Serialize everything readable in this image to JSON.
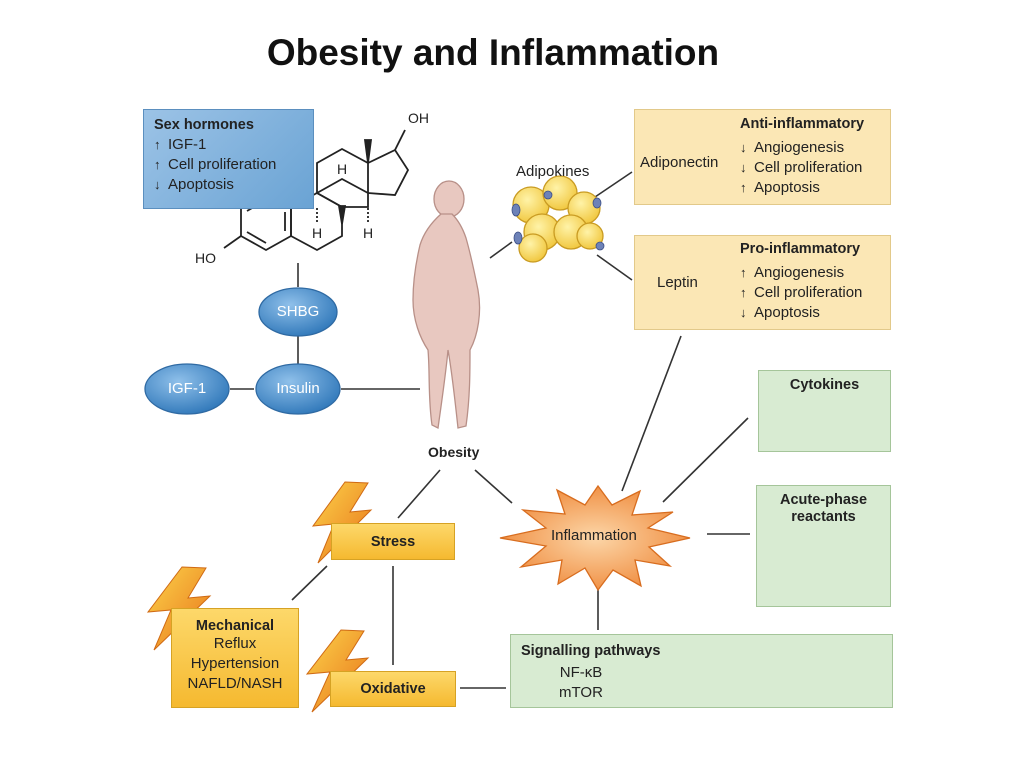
{
  "title": "Obesity and Inflammation",
  "sex_hormones": {
    "header": "Sex hormones",
    "items": [
      {
        "arrow": "↑",
        "text": "IGF-1"
      },
      {
        "arrow": "↑",
        "text": "Cell proliferation"
      },
      {
        "arrow": "↓",
        "text": "Apoptosis"
      }
    ]
  },
  "steroid": {
    "oh_top": "OH",
    "ho_left": "HO",
    "h1": "H",
    "h2": "H",
    "h3": "H"
  },
  "ovals": {
    "shbg": "SHBG",
    "igf1": "IGF-1",
    "insulin": "Insulin"
  },
  "adipokines_label": "Adipokines",
  "obesity_label": "Obesity",
  "anti_inflammatory": {
    "header": "Anti-inflammatory",
    "molecule": "Adiponectin",
    "items": [
      {
        "arrow": "↓",
        "text": "Angiogenesis"
      },
      {
        "arrow": "↓",
        "text": "Cell proliferation"
      },
      {
        "arrow": "↑",
        "text": "Apoptosis"
      }
    ]
  },
  "pro_inflammatory": {
    "header": "Pro-inflammatory",
    "molecule": "Leptin",
    "items": [
      {
        "arrow": "↑",
        "text": "Angiogenesis"
      },
      {
        "arrow": "↑",
        "text": "Cell proliferation"
      },
      {
        "arrow": "↓",
        "text": "Apoptosis"
      }
    ]
  },
  "cytokines": {
    "header": "Cytokines"
  },
  "acute_phase": {
    "header_line1": "Acute-phase",
    "header_line2": "reactants"
  },
  "inflammation_label": "Inflammation",
  "stress_label": "Stress",
  "oxidative_label": "Oxidative",
  "mechanical": {
    "header": "Mechanical",
    "items": [
      "Reflux",
      "Hypertension",
      "NAFLD/NASH"
    ]
  },
  "signalling": {
    "header": "Signalling pathways",
    "items": [
      "NF-κB",
      "mTOR"
    ]
  },
  "colors": {
    "blue_box": "#7fb1dc",
    "yellow_box": "#fbe7b5",
    "green_box": "#d8ebd2",
    "orange_box": "#f5b930",
    "oval_blue": "#3d86c6",
    "burst": "#f08a3c",
    "lightning": "#f29a1f"
  }
}
